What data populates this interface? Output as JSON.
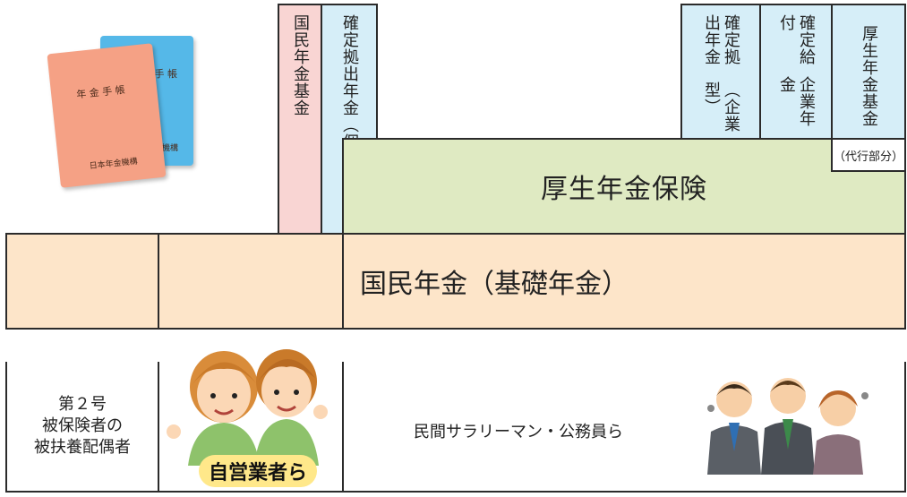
{
  "booklet": {
    "front_title": "年 金 手 帳",
    "front_issuer": "日本年金機構",
    "back_title": "金 手 帳",
    "back_issuer": "金機構"
  },
  "tiers": {
    "national_pension_fund": "国民年金基金",
    "ideco_line1": "確定拠出年金",
    "ideco_line2": "（個人型）",
    "corp_dc_line1": "確定拠出年金",
    "corp_dc_line2": "（企業型）",
    "db_line1": "確定給付",
    "db_line2": "企業年金",
    "epf": "厚生年金基金",
    "epf_sub": "（代行部分）",
    "employees_pension": "厚生年金保険",
    "national_pension": "国民年金（基礎年金）"
  },
  "groups": {
    "dependent_line1": "第２号",
    "dependent_line2": "被保険者の",
    "dependent_line3": "被扶養配偶者",
    "self_employed": "自営業者ら",
    "employees": "民間サラリーマン・公務員ら"
  },
  "colors": {
    "pink": "#f9d5d3",
    "light_blue": "#d6eef8",
    "green": "#dfeac2",
    "peach": "#fde5c9",
    "label_yellow": "#ffe88a"
  }
}
